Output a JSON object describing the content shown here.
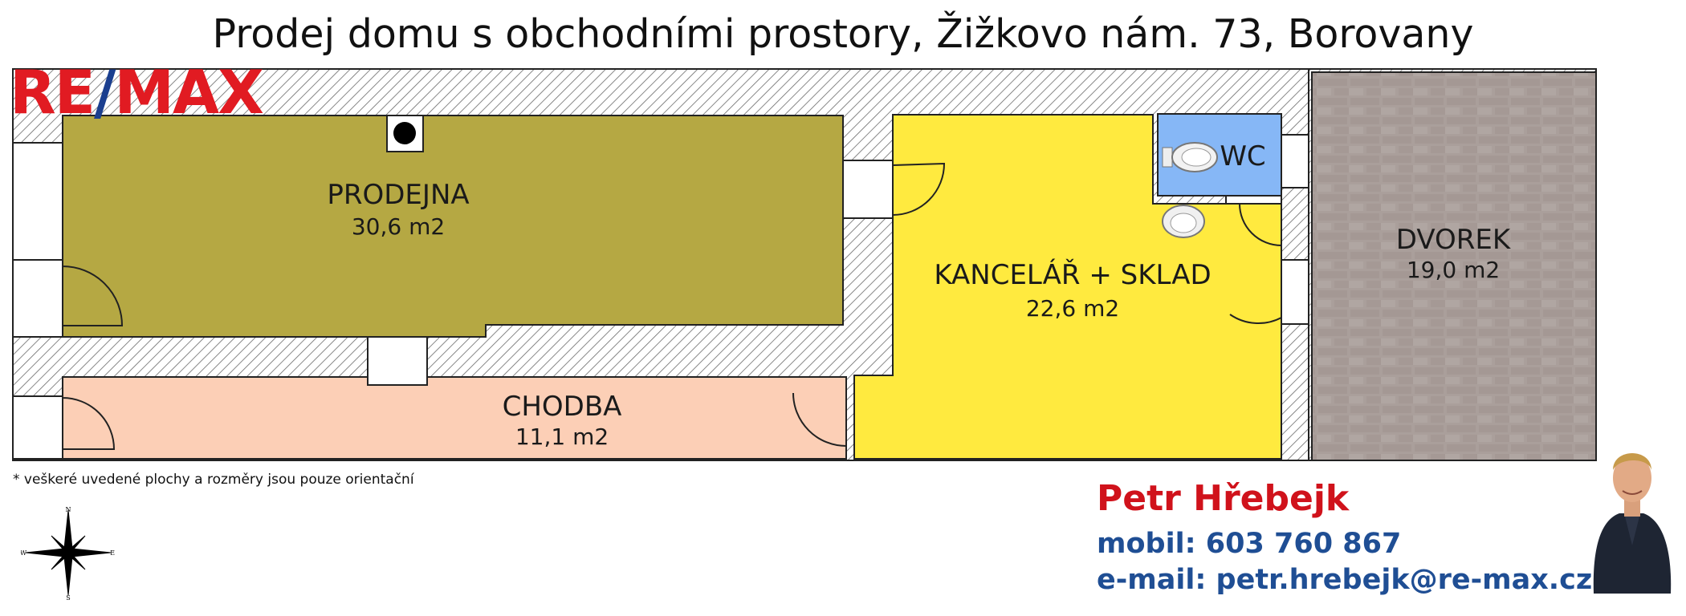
{
  "title": "Prodej domu s obchodními prostory, Žižkovo nám. 73, Borovany",
  "logo": {
    "text_left": "RE",
    "text_slash": "/",
    "text_right": "MAX",
    "colors": {
      "red": "#e11b22",
      "blue": "#1b3f8f"
    }
  },
  "rooms": [
    {
      "name": "PRODEJNA",
      "area": "30,6 m2",
      "color": "#b5a843"
    },
    {
      "name": "KANCELÁŘ + SKLAD",
      "area": "22,6 m2",
      "color": "#ffea3f"
    },
    {
      "name": "WC",
      "area": "",
      "color": "#86b7f6"
    },
    {
      "name": "DVOREK",
      "area": "19,0 m2",
      "color": "#aa9f9b"
    },
    {
      "name": "CHODBA",
      "area": "11,1 m2",
      "color": "#fccfb6"
    }
  ],
  "footnote": "* veškeré uvedené plochy a rozměry jsou pouze orientační",
  "agent": {
    "name": "Petr Hřebejk",
    "mobile": "mobil: 603 760 867",
    "email": "e-mail: petr.hrebejk@re-max.cz"
  },
  "compass": {
    "n": "N",
    "s": "S",
    "e": "E",
    "w": "W"
  },
  "icons": [
    "toilet-icon",
    "sink-icon",
    "chimney-icon",
    "compass-rose-icon",
    "agent-portrait"
  ]
}
